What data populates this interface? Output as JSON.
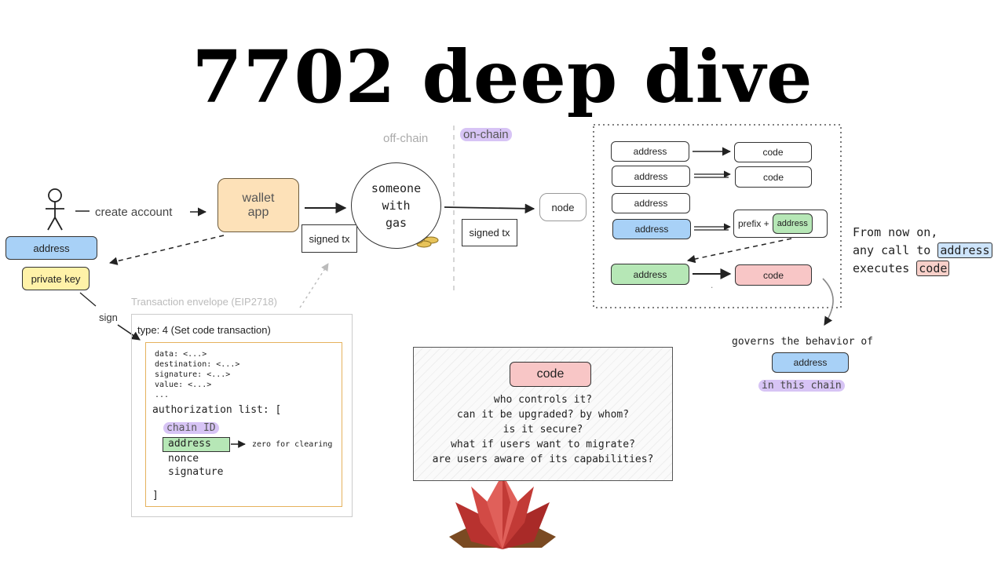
{
  "title": "7702 deep dive",
  "offchain_label": "off-chain",
  "onchain_label": "on-chain",
  "user": {
    "address_label": "address",
    "private_key_label": "private key",
    "create_account_label": "create account",
    "sign_label": "sign"
  },
  "wallet_app_line1": "wallet",
  "wallet_app_line2": "app",
  "signed_tx_label_1": "signed tx",
  "someone_line1": "someone",
  "someone_line2": "with",
  "someone_line3": "gas",
  "signed_tx_label_2": "signed tx",
  "node_label": "node",
  "onchain_state": {
    "rows": [
      {
        "left": "address",
        "right": "code"
      },
      {
        "left": "address",
        "right": "code"
      },
      {
        "left": "address",
        "right": ""
      },
      {
        "left": "address",
        "right_prefix": "prefix +",
        "right_inner": "address"
      },
      {
        "left": "address",
        "right": "code"
      }
    ],
    "ellipsis": "."
  },
  "from_now_on": {
    "line1": "From now on,",
    "line2_pre": "any call to",
    "line2_hl": "address",
    "line3_pre": "executes",
    "line3_hl": "code"
  },
  "governs": {
    "text": "governs the behavior of",
    "address": "address",
    "chain": "in this chain"
  },
  "envelope": {
    "caption": "Transaction envelope (EIP2718)",
    "type_label": "type: 4 (Set code transaction)",
    "fields": [
      "data: <...>",
      "destination: <...>",
      "signature: <...>",
      "value: <...>",
      "..."
    ],
    "auth_list": "authorization list: [",
    "chain_id": "chain ID",
    "address": "address",
    "zero_note": "zero for clearing",
    "nonce": "nonce",
    "signature": "signature",
    "close": "]"
  },
  "code_questions": {
    "header": "code",
    "questions": [
      "who controls it?",
      "can it be upgraded? by whom?",
      "is it secure?",
      "what if users want to migrate?",
      "are users aware of its capabilities?"
    ]
  },
  "colors": {
    "blue": "#a8d1f7",
    "orange": "#fde1b8",
    "yellow": "#fff2a8",
    "green": "#b6e7b6",
    "pink": "#f8c6c6",
    "purple_highlight": "#d7c4f5",
    "logo_red": "#b8322f"
  },
  "logo_icon": "lotus-logo-icon"
}
